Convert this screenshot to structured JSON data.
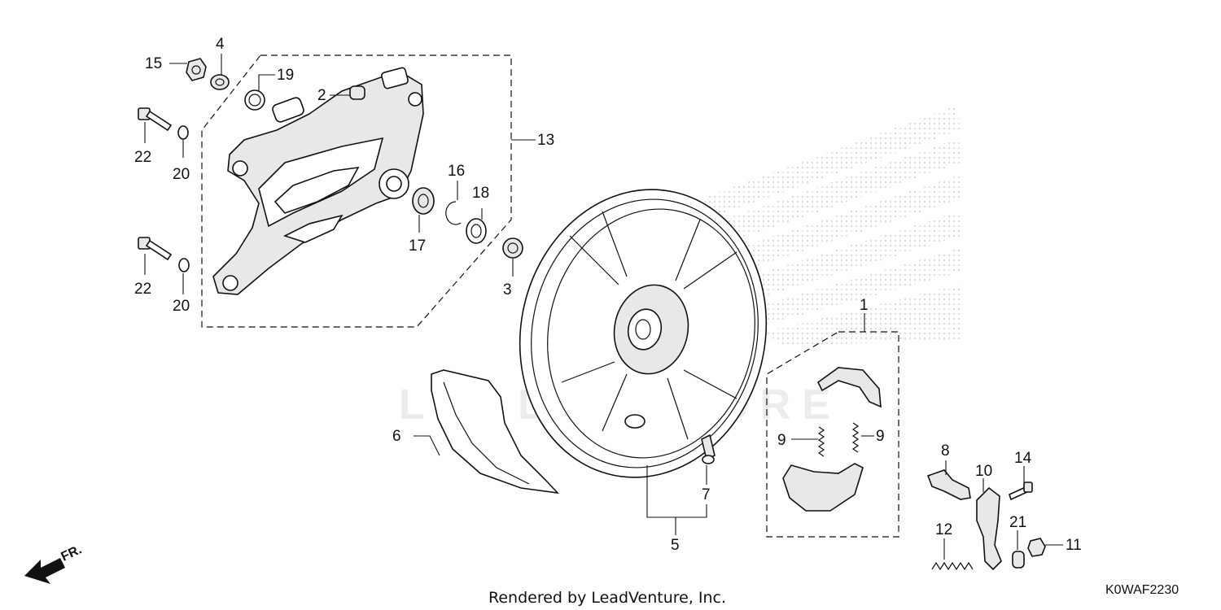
{
  "callouts": [
    {
      "id": "c1",
      "label": "1"
    },
    {
      "id": "c2",
      "label": "2"
    },
    {
      "id": "c3",
      "label": "3"
    },
    {
      "id": "c4",
      "label": "4"
    },
    {
      "id": "c5",
      "label": "5"
    },
    {
      "id": "c6",
      "label": "6"
    },
    {
      "id": "c7",
      "label": "7"
    },
    {
      "id": "c8",
      "label": "8"
    },
    {
      "id": "c9a",
      "label": "9"
    },
    {
      "id": "c9b",
      "label": "9"
    },
    {
      "id": "c10",
      "label": "10"
    },
    {
      "id": "c11",
      "label": "11"
    },
    {
      "id": "c12",
      "label": "12"
    },
    {
      "id": "c13",
      "label": "13"
    },
    {
      "id": "c14",
      "label": "14"
    },
    {
      "id": "c15",
      "label": "15"
    },
    {
      "id": "c16",
      "label": "16"
    },
    {
      "id": "c17",
      "label": "17"
    },
    {
      "id": "c18",
      "label": "18"
    },
    {
      "id": "c19",
      "label": "19"
    },
    {
      "id": "c20a",
      "label": "20"
    },
    {
      "id": "c20b",
      "label": "20"
    },
    {
      "id": "c21",
      "label": "21"
    },
    {
      "id": "c22a",
      "label": "22"
    },
    {
      "id": "c22b",
      "label": "22"
    }
  ],
  "direction_label": "FR.",
  "footer": "Rendered by LeadVenture, Inc.",
  "diagram_code": "K0WAF2230",
  "watermark": "LEADVENTURE",
  "colors": {
    "ink": "#111111",
    "background": "#ffffff",
    "watermark": "#ececec",
    "stipple": "#d0d0d0"
  }
}
